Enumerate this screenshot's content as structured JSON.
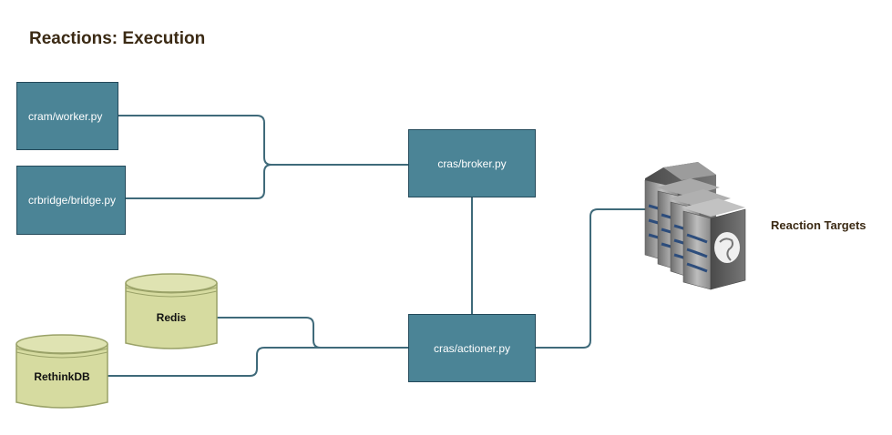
{
  "title": "Reactions: Execution",
  "nodes": {
    "worker": "cram/worker.py",
    "bridge": "crbridge/bridge.py",
    "broker": "cras/broker.py",
    "actioner": "cras/actioner.py",
    "redis": "Redis",
    "rethinkdb": "RethinkDB"
  },
  "targets_label": "Reaction Targets",
  "colors": {
    "box_fill": "#4b8496",
    "box_border": "#23495a",
    "connector": "#3f6a7a",
    "db_fill": "#d6dba0",
    "db_border": "#9aa268",
    "title": "#3b2a14"
  }
}
